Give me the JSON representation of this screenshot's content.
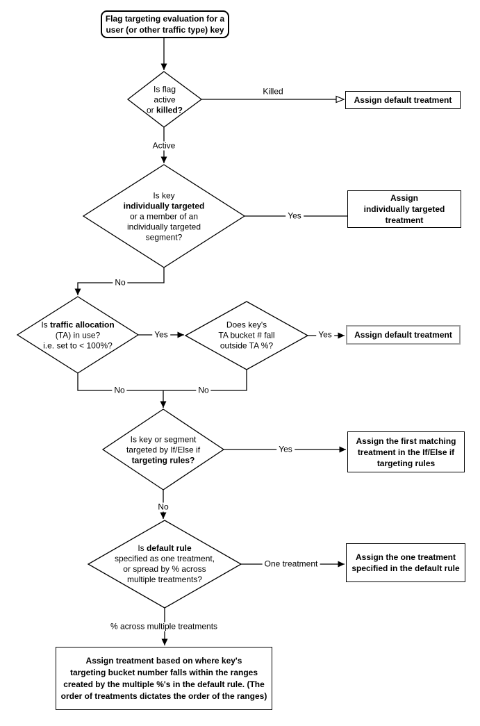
{
  "colors": {
    "background": "#ffffff",
    "stroke": "#000000",
    "alt_box_border": "#9e9e9e"
  },
  "nodes": {
    "start": {
      "l1": "Flag targeting evaluation for a",
      "l2": "user (or other traffic type) key"
    },
    "flag_status": {
      "l1": "Is flag",
      "l2": "active",
      "l3a": "or ",
      "l3b": "killed?"
    },
    "individual_targeting": {
      "l1": "Is key",
      "l2": "individually targeted",
      "l3": "or a member of an",
      "l4": "individually targeted",
      "l5": "segment?"
    },
    "traffic_allocation": {
      "l1a": "Is ",
      "l1b": "traffic allocation",
      "l2": "(TA) in use?",
      "l3": "i.e. set to < 100%?"
    },
    "ta_bucket": {
      "l1": "Does key's",
      "l2": "TA bucket # fall",
      "l3": "outside TA %?"
    },
    "targeting_rules": {
      "l1": "Is key or segment",
      "l2": "targeted by If/Else if",
      "l3": "targeting rules?"
    },
    "default_rule": {
      "l1a": "Is ",
      "l1b": "default rule",
      "l2": "specified as one treatment,",
      "l3": "or spread by % across",
      "l4": "multiple treatments?"
    },
    "assign_default_killed": {
      "l1": "Assign default treatment"
    },
    "assign_individual": {
      "l1": "Assign",
      "l2": "individually targeted",
      "l3": "treatment"
    },
    "assign_default_ta": {
      "l1": "Assign default treatment"
    },
    "assign_first_matching": {
      "l1": "Assign the first matching",
      "l2": "treatment in the If/Else if",
      "l3": "targeting rules"
    },
    "assign_one_treatment": {
      "l1": "Assign the one treatment",
      "l2": "specified in the default rule"
    },
    "assign_by_ranges": {
      "l1": "Assign treatment based on where key's",
      "l2": "targeting bucket number falls within the ranges",
      "l3": "created by the multiple %'s in the default rule. (The",
      "l4": "order of treatments dictates the order of the ranges)"
    }
  },
  "edge_labels": {
    "killed": "Killed",
    "active": "Active",
    "yes_individual": "Yes",
    "no_individual": "No",
    "yes_ta": "Yes",
    "no_ta": "No",
    "yes_bucket": "Yes",
    "no_bucket": "No",
    "yes_rules": "Yes",
    "no_rules": "No",
    "one_treatment": "One treatment",
    "pct_multiple": "% across multiple treatments"
  }
}
